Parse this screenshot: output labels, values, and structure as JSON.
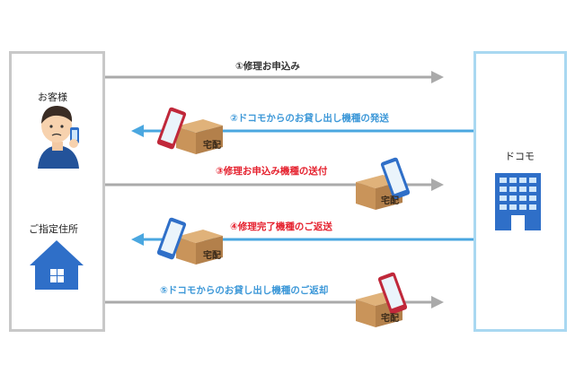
{
  "parties": {
    "customer_group": "お客様",
    "address": "ご指定住所",
    "docomo": "ドコモ"
  },
  "steps": [
    {
      "label": "①修理お申込み",
      "direction": "to-docomo",
      "color": "#333333"
    },
    {
      "label": "②ドコモからのお貸し出し機種の発送",
      "direction": "to-customer",
      "color": "#3d98d8"
    },
    {
      "label": "③修理お申込み機種の送付",
      "direction": "to-docomo",
      "color": "#e5222f"
    },
    {
      "label": "④修理完了機種のご返送",
      "direction": "to-customer",
      "color": "#e5222f"
    },
    {
      "label": "⑤ドコモからのお貸し出し機種のご返却",
      "direction": "to-docomo",
      "color": "#3d98d8"
    }
  ],
  "package_label": "宅配",
  "colors": {
    "gray_arrow": "#aaaaaa",
    "blue_arrow": "#4aa7e0",
    "box_brown": "#c9945a",
    "phone_red": "#c0283a",
    "phone_blue": "#2f6fc8"
  }
}
